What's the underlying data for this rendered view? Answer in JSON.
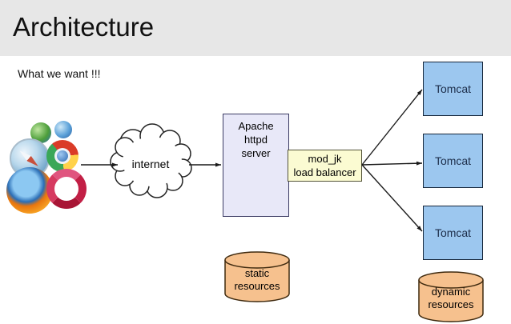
{
  "slide": {
    "title": "Architecture",
    "subtitle": "What we want !!!"
  },
  "diagram": {
    "client_icons": [
      "ie-globe",
      "globe",
      "safari",
      "chrome",
      "firefox",
      "opera"
    ],
    "internet_label": "internet",
    "apache_label": "Apache\nhttpd\nserver",
    "modjk_label": "mod_jk\nload balancer",
    "tomcats": [
      "Tomcat",
      "Tomcat",
      "Tomcat"
    ],
    "static_label": "static\nresources",
    "dynamic_label": "dynamic\nresources"
  },
  "colors": {
    "header_bg": "#e7e7e7",
    "title_text": "#111111",
    "tomcat_fill": "#9cc7ef",
    "apache_fill": "#e8e8f8",
    "modjk_fill": "#fbfbd2",
    "cylinder_fill": "#f6c18e",
    "cylinder_stroke": "#3f2a0f",
    "arrow": "#1a1a1a"
  }
}
